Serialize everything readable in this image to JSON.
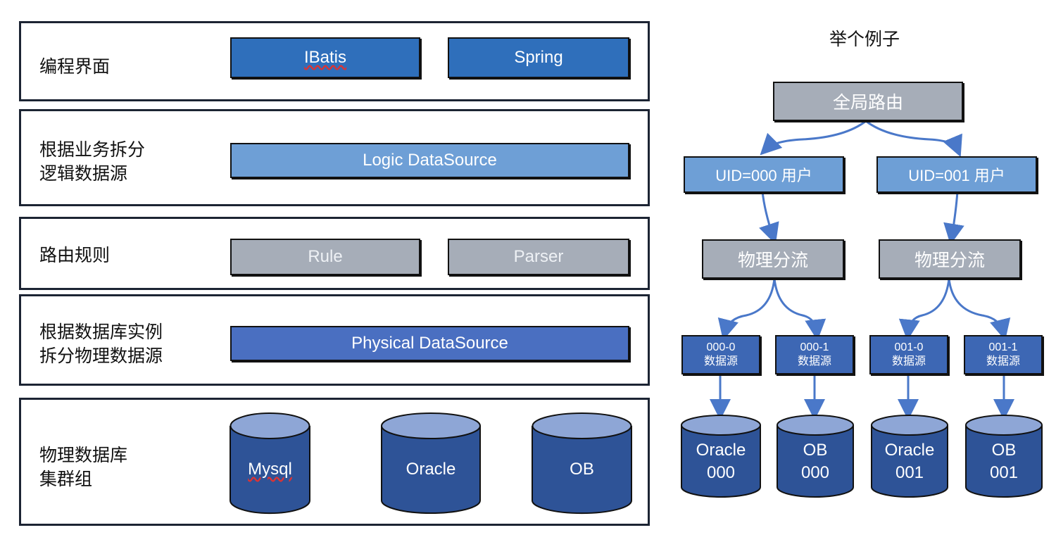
{
  "left": {
    "layers": [
      {
        "label": "编程界面",
        "boxes": [
          "IBatis",
          "Spring"
        ]
      },
      {
        "label": "根据业务拆分\n逻辑数据源",
        "boxes": [
          "Logic DataSource"
        ]
      },
      {
        "label": "路由规则",
        "boxes": [
          "Rule",
          "Parser"
        ]
      },
      {
        "label": "根据数据库实例\n拆分物理数据源",
        "boxes": [
          "Physical DataSource"
        ]
      },
      {
        "label": "物理数据库\n集群组",
        "databases": [
          "Mysql",
          "Oracle",
          "OB"
        ]
      }
    ]
  },
  "right": {
    "title": "举个例子",
    "root": "全局路由",
    "users": [
      "UID=000 用户",
      "UID=001 用户"
    ],
    "split": [
      "物理分流",
      "物理分流"
    ],
    "datasources": [
      "000-0\n数据源",
      "000-1\n数据源",
      "001-0\n数据源",
      "001-1\n数据源"
    ],
    "databases": [
      "Oracle\n000",
      "OB\n000",
      "Oracle\n001",
      "OB\n001"
    ]
  },
  "colors": {
    "dark_blue": "#2f6fbb",
    "light_blue": "#6e9fd6",
    "gray": "#a6adb8",
    "cylinder": "#2e5397",
    "arrow": "#4a78c9"
  }
}
